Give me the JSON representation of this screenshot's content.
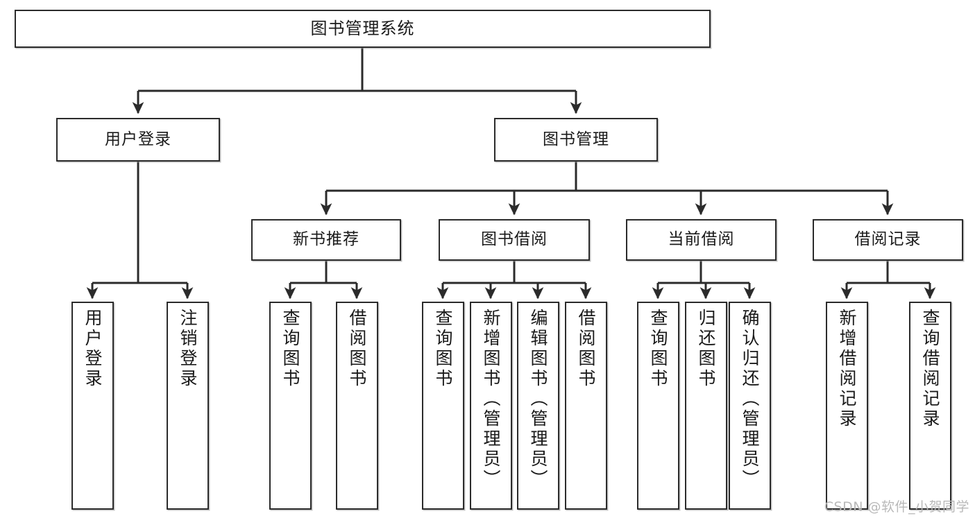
{
  "diagram": {
    "type": "hierarchy-tree",
    "title": "图书管理系统",
    "root": {
      "id": "root",
      "label": "图书管理系统"
    },
    "level2": [
      {
        "id": "user-login",
        "label": "用户登录"
      },
      {
        "id": "book-manage",
        "label": "图书管理"
      }
    ],
    "level3": [
      {
        "id": "new-book-recommend",
        "label": "新书推荐",
        "parent": "book-manage"
      },
      {
        "id": "book-borrow",
        "label": "图书借阅",
        "parent": "book-manage"
      },
      {
        "id": "current-borrow",
        "label": "当前借阅",
        "parent": "book-manage"
      },
      {
        "id": "borrow-record",
        "label": "借阅记录",
        "parent": "book-manage"
      }
    ],
    "leaves": [
      {
        "id": "leaf-user-login",
        "label": "用户登录",
        "parent": "user-login"
      },
      {
        "id": "leaf-logout-login",
        "label": "注销登录",
        "parent": "user-login"
      },
      {
        "id": "leaf-query-book-1",
        "label": "查询图书",
        "parent": "new-book-recommend"
      },
      {
        "id": "leaf-borrow-book-1",
        "label": "借阅图书",
        "parent": "new-book-recommend"
      },
      {
        "id": "leaf-query-book-2",
        "label": "查询图书",
        "parent": "book-borrow"
      },
      {
        "id": "leaf-add-book",
        "label": "新增图书（管理员）",
        "parent": "book-borrow"
      },
      {
        "id": "leaf-edit-book",
        "label": "编辑图书（管理员）",
        "parent": "book-borrow"
      },
      {
        "id": "leaf-borrow-book-2",
        "label": "借阅图书",
        "parent": "book-borrow"
      },
      {
        "id": "leaf-query-book-3",
        "label": "查询图书",
        "parent": "current-borrow"
      },
      {
        "id": "leaf-return-book",
        "label": "归还图书",
        "parent": "current-borrow"
      },
      {
        "id": "leaf-confirm-return",
        "label": "确认归还（管理员）",
        "parent": "current-borrow"
      },
      {
        "id": "leaf-add-record",
        "label": "新增借阅记录",
        "parent": "borrow-record"
      },
      {
        "id": "leaf-query-record",
        "label": "查询借阅记录",
        "parent": "borrow-record"
      }
    ],
    "watermark": "CSDN @软件_小贺同学",
    "colors": {
      "node_border": "#2b2b2b",
      "node_fill": "#ffffff",
      "edge": "#2b2b2b",
      "text": "#1a1a1a",
      "watermark": "#b9b9b9",
      "background": "#ffffff"
    }
  }
}
